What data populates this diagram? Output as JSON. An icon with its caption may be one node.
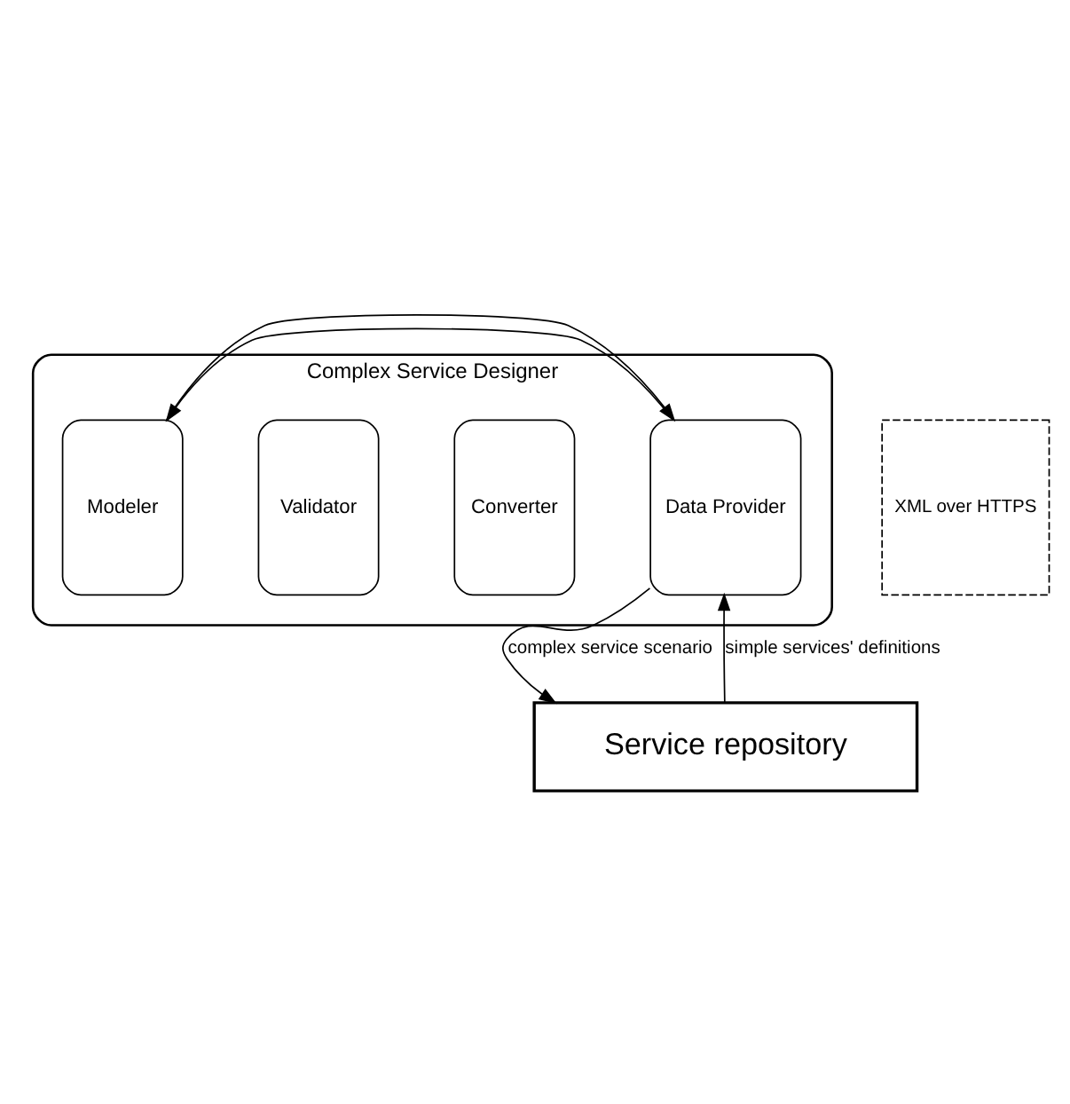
{
  "diagram": {
    "nodes": [
      {
        "text": [
          "Complex Service Designer"
        ]
      },
      {
        "text": [
          "Modeler"
        ],
        "in": 0
      },
      {
        "text": [
          "Validator"
        ],
        "in": 0
      },
      {
        "text": [
          "Converter"
        ],
        "in": 0
      },
      {
        "text": [
          "Data Provider"
        ],
        "in": 0
      },
      {
        "text": [
          "XML over HTTPS"
        ]
      },
      {
        "text": [
          "Service repository"
        ]
      }
    ],
    "edges": [
      {
        "from": 4,
        "to": 1,
        "arrow": "to"
      },
      {
        "from": 1,
        "to": 4,
        "arrow": "to"
      },
      {
        "from": 6,
        "to": 4,
        "arrow": "to",
        "label": "simple services' definitions"
      },
      {
        "from": 4,
        "to": 6,
        "arrow": "to",
        "label": "complex service scenario"
      }
    ]
  }
}
